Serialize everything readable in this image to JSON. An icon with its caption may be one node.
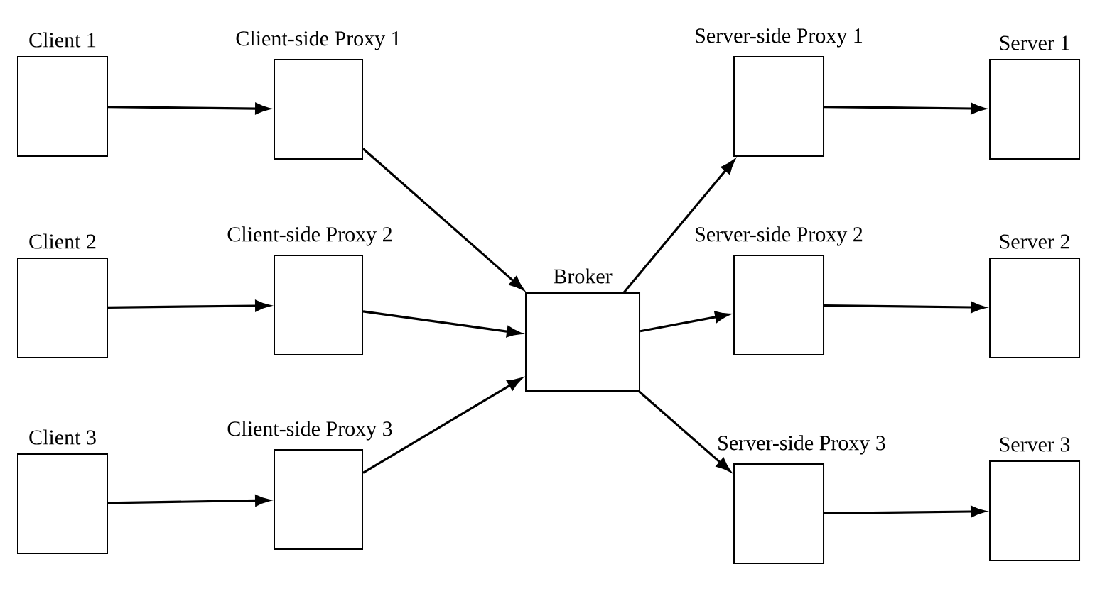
{
  "diagram": {
    "nodes": [
      {
        "text": [
          "Client 1"
        ]
      },
      {
        "text": [
          "Client-side Proxy 1"
        ]
      },
      {
        "text": [
          "Server-side Proxy 1"
        ]
      },
      {
        "text": [
          "Server 1"
        ]
      },
      {
        "text": [
          "Client 2"
        ]
      },
      {
        "text": [
          "Client-side Proxy 2"
        ]
      },
      {
        "text": [
          "Broker"
        ]
      },
      {
        "text": [
          "Server-side Proxy 2"
        ]
      },
      {
        "text": [
          "Server 2"
        ]
      },
      {
        "text": [
          "Client 3"
        ]
      },
      {
        "text": [
          "Client-side Proxy 3"
        ]
      },
      {
        "text": [
          "Server-side Proxy 3"
        ]
      },
      {
        "text": [
          "Server 3"
        ]
      }
    ],
    "edges": [
      {
        "from": 0,
        "to": 1,
        "arrow": "to"
      },
      {
        "from": 4,
        "to": 5,
        "arrow": "to"
      },
      {
        "from": 9,
        "to": 10,
        "arrow": "to"
      },
      {
        "from": 1,
        "to": 6,
        "arrow": "to"
      },
      {
        "from": 5,
        "to": 6,
        "arrow": "to"
      },
      {
        "from": 10,
        "to": 6,
        "arrow": "to"
      },
      {
        "from": 6,
        "to": 2,
        "arrow": "to"
      },
      {
        "from": 6,
        "to": 7,
        "arrow": "to"
      },
      {
        "from": 6,
        "to": 11,
        "arrow": "to"
      },
      {
        "from": 2,
        "to": 3,
        "arrow": "to"
      },
      {
        "from": 7,
        "to": 8,
        "arrow": "to"
      },
      {
        "from": 11,
        "to": 12,
        "arrow": "to"
      }
    ]
  }
}
